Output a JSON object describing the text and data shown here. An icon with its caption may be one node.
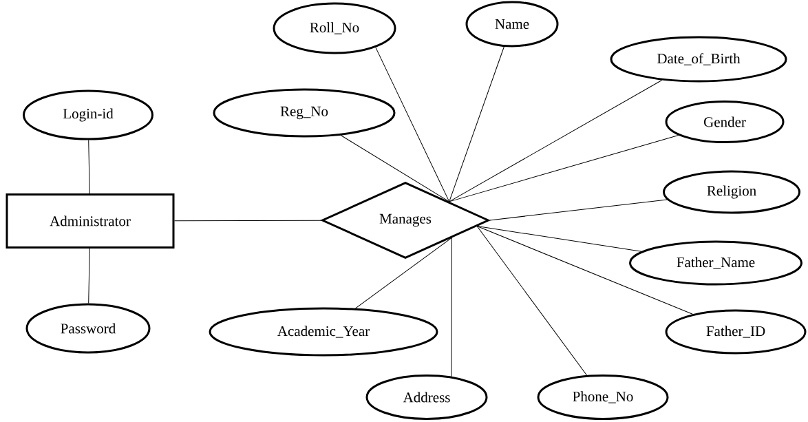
{
  "diagram": {
    "nodes": [
      {
        "text": [
          "Login-id"
        ]
      },
      {
        "text": [
          "Administrator"
        ]
      },
      {
        "text": [
          "Password"
        ]
      },
      {
        "text": [
          "Manages"
        ]
      },
      {
        "text": [
          "Roll_No"
        ]
      },
      {
        "text": [
          "Name"
        ]
      },
      {
        "text": [
          "Date_of_Birth"
        ]
      },
      {
        "text": [
          "Reg_No"
        ]
      },
      {
        "text": [
          "Gender"
        ]
      },
      {
        "text": [
          "Religion"
        ]
      },
      {
        "text": [
          "Father_Name"
        ]
      },
      {
        "text": [
          "Father_ID"
        ]
      },
      {
        "text": [
          "Academic_Year"
        ]
      },
      {
        "text": [
          "Address"
        ]
      },
      {
        "text": [
          "Phone_No"
        ]
      }
    ],
    "edges": [
      {
        "from": 0,
        "to": 1,
        "arrow": "none"
      },
      {
        "from": 1,
        "to": 2,
        "arrow": "none"
      },
      {
        "from": 1,
        "to": 3,
        "arrow": "none"
      },
      {
        "from": 3,
        "to": 4,
        "arrow": "none"
      },
      {
        "from": 3,
        "to": 5,
        "arrow": "none"
      },
      {
        "from": 3,
        "to": 6,
        "arrow": "none"
      },
      {
        "from": 3,
        "to": 7,
        "arrow": "none"
      },
      {
        "from": 3,
        "to": 8,
        "arrow": "none"
      },
      {
        "from": 3,
        "to": 9,
        "arrow": "none"
      },
      {
        "from": 3,
        "to": 10,
        "arrow": "none"
      },
      {
        "from": 3,
        "to": 11,
        "arrow": "none"
      },
      {
        "from": 3,
        "to": 12,
        "arrow": "none"
      },
      {
        "from": 3,
        "to": 13,
        "arrow": "none"
      },
      {
        "from": 3,
        "to": 14,
        "arrow": "none"
      }
    ]
  }
}
